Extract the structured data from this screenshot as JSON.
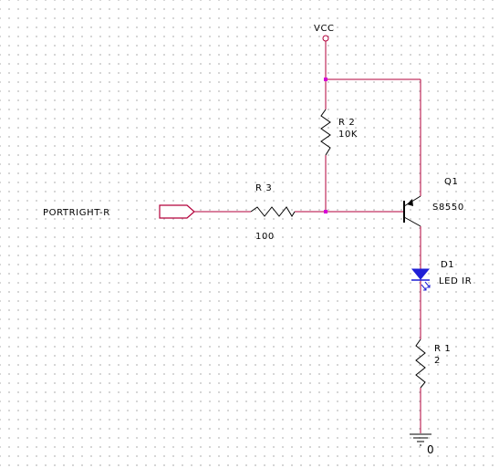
{
  "schematic": {
    "colors": {
      "wire": "#b3003b",
      "junction": "#d600d6",
      "component": "#000000",
      "led": "#1f1fd6",
      "port": "#b3003b",
      "label": "#000000"
    },
    "power": {
      "label": "VCC"
    },
    "port": {
      "label": "PORTRIGHT-R"
    },
    "r3": {
      "ref": "R 3",
      "value": "100"
    },
    "r2": {
      "ref": "R 2",
      "value": "10K"
    },
    "q1": {
      "ref": "Q1",
      "value": "S8550"
    },
    "d1": {
      "ref": "D1",
      "value": "LED  IR"
    },
    "r1": {
      "ref": "R 1",
      "value": "2"
    },
    "ground": {
      "label": "0"
    }
  }
}
